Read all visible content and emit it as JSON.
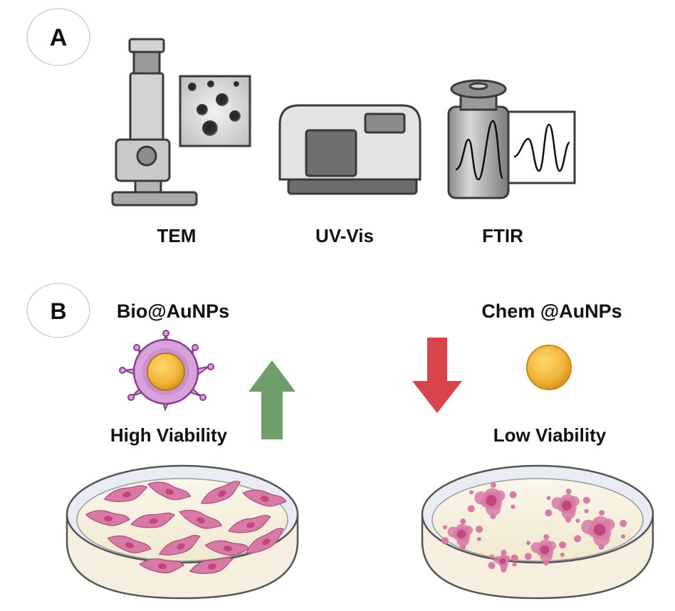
{
  "panel_a": {
    "badge": "A",
    "instruments": [
      {
        "id": "tem",
        "label": "TEM",
        "icon": "microscope-icon"
      },
      {
        "id": "uvvis",
        "label": "UV-Vis",
        "icon": "spectrophotometer-icon"
      },
      {
        "id": "ftir",
        "label": "FTIR",
        "icon": "ftir-spectrometer-icon"
      }
    ]
  },
  "panel_b": {
    "badge": "B",
    "bio": {
      "title": "Bio@AuNPs",
      "viability": "High Viability",
      "trend": "up",
      "arrow_color": "#6e9e6a"
    },
    "chem": {
      "title": "Chem @AuNPs",
      "viability": "Low Viability",
      "trend": "down",
      "arrow_color": "#d9434a"
    }
  },
  "colors": {
    "gold": "#f0b43a",
    "cell_pink": "#d77aa6",
    "nucleus": "#c2477f",
    "coating": "#d8a2dc",
    "instrument_gray": "#c8c8c8",
    "instrument_dark": "#6b6b6b"
  }
}
